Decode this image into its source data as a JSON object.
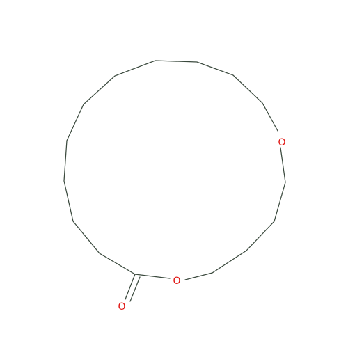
{
  "molecule": {
    "atoms": [
      {
        "label": "O",
        "element": "oxygen",
        "color": "#e0120f"
      },
      {
        "label": "O",
        "element": "oxygen",
        "color": "#e0120f"
      },
      {
        "label": "O",
        "element": "oxygen",
        "color": "#e0120f"
      }
    ],
    "bond_color": "#3b4a3e"
  }
}
